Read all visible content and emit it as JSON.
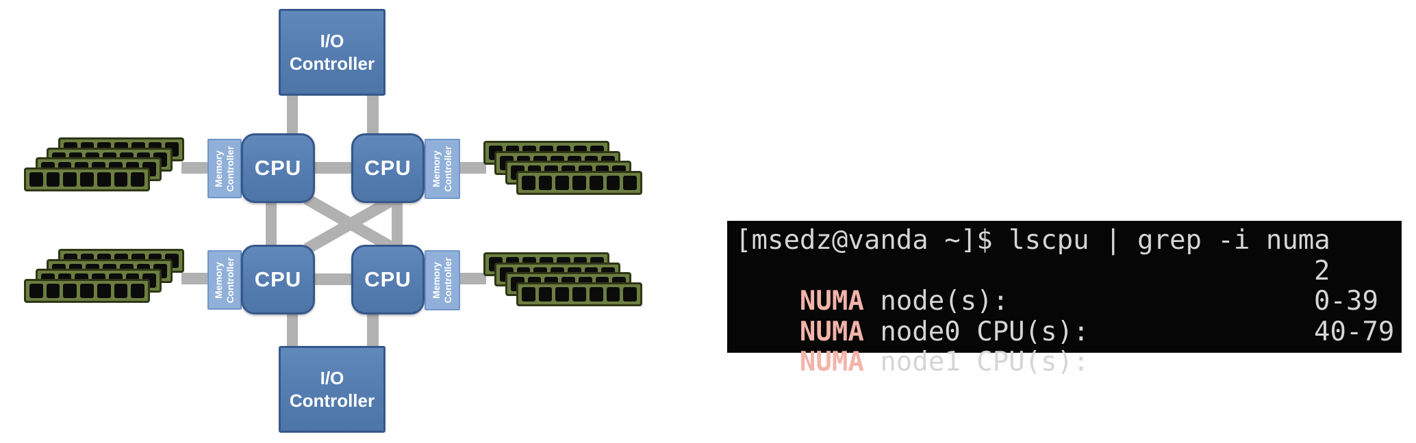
{
  "diagram": {
    "io_controller": {
      "line1": "I/O",
      "line2": "Controller"
    },
    "cpu_label": "CPU",
    "memory_controller": {
      "line1": "Memory",
      "line2": "Controller"
    },
    "ram": {
      "stack_count": 4,
      "dimms_per_stack": 4,
      "chips_per_dimm": 7
    },
    "colors": {
      "node_fill": "#547cb0",
      "node_border": "#36578a",
      "memory_controller_fill": "#90b0da",
      "memory_controller_border": "#6e95c8",
      "link_gray": "#b1b1b1",
      "dimm_green": "#6c7e40",
      "dimm_outline": "#2e3616",
      "chip_black": "#0b0b0b"
    }
  },
  "terminal": {
    "prompt_line": "[msedz@vanda ~]$ lscpu | grep -i numa",
    "rows": [
      {
        "highlight": "NUMA",
        "label": " node(s):",
        "value": "2"
      },
      {
        "highlight": "NUMA",
        "label": " node0 CPU(s):",
        "value": "0-39"
      },
      {
        "highlight": "NUMA",
        "label": " node1 CPU(s):",
        "value": "40-79"
      }
    ],
    "colors": {
      "background": "#060606",
      "text": "#d5d5d5",
      "highlight": "#f3b3a9"
    }
  }
}
